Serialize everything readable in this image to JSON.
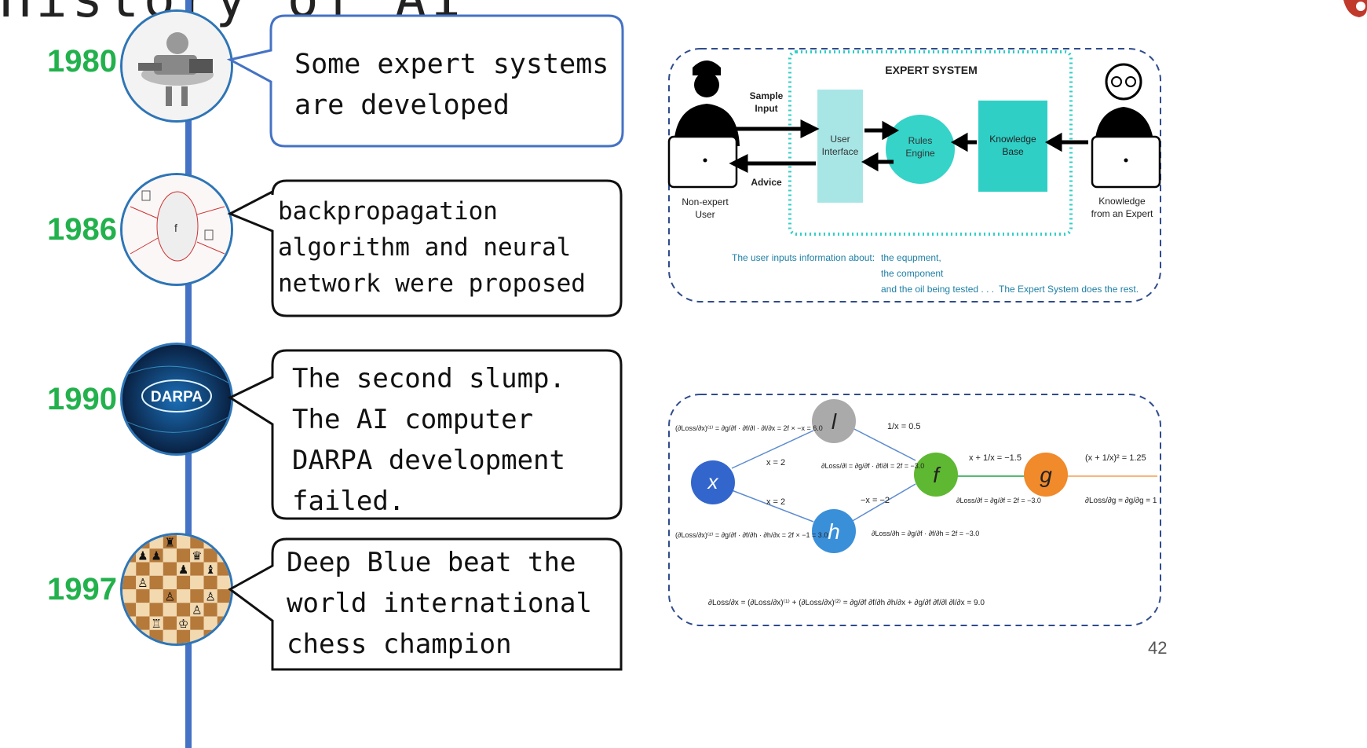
{
  "slide": {
    "title_fragment": "History of AI",
    "page_number": "42"
  },
  "timeline": [
    {
      "year": "1980",
      "text": "Some expert systems\n are developed",
      "image_icon": "robot-person-icon"
    },
    {
      "year": "1986",
      "text": "backpropagation\nalgorithm and neural\nnetwork were proposed",
      "image_icon": "neural-diagram-icon"
    },
    {
      "year": "1990",
      "text": "The second slump.\nThe AI computer\nDARPA development\nfailed.",
      "image_icon": "darpa-logo-icon",
      "image_label": "DARPA"
    },
    {
      "year": "1997",
      "text": "Deep Blue beat the\n world international\nchess champion",
      "image_icon": "chessboard-icon"
    }
  ],
  "expert_diagram": {
    "title": "EXPERT SYSTEM",
    "sample_input": "Sample\nInput",
    "advice": "Advice",
    "user_interface": "User\nInterface",
    "rules_engine": "Rules\nEngine",
    "knowledge_base": "Knowledge\nBase",
    "non_expert_user": "Non-expert\nUser",
    "knowledge_expert": "Knowledge\nfrom an Expert",
    "caption_lead": "The user inputs information about:",
    "caption_items": [
      "the equpment,",
      "the component",
      "and the oil being tested . . ."
    ],
    "caption_tail": "The Expert System does the rest."
  },
  "graph_diagram": {
    "nodes": {
      "x": "x",
      "l": "l",
      "h": "h",
      "f": "f",
      "g": "g"
    },
    "labels": {
      "top_left_eq": "(∂Loss/∂x)⁽¹⁾ = ∂g/∂f · ∂f/∂l · ∂l/∂x = 2f × −x = 6.0",
      "bottom_left_eq": "(∂Loss/∂x)⁽²⁾ = ∂g/∂f · ∂f/∂h · ∂h/∂x = 2f × −1 = 3.0",
      "x_eq_2_top": "x = 2",
      "x_eq_2_bottom": "x = 2",
      "inv_x": "1/x = 0.5",
      "dl": "∂Loss/∂l = ∂g/∂f · ∂f/∂l = 2f = −3.0",
      "neg_x": "−x = −2",
      "dh": "∂Loss/∂h = ∂g/∂f · ∂f/∂h = 2f = −3.0",
      "f_val": "x + 1/x = −1.5",
      "df": "∂Loss/∂f = ∂g/∂f = 2f = −3.0",
      "g_val": "(x + 1/x)² = 1.25",
      "dg": "∂Loss/∂g = ∂g/∂g = 1",
      "total": "∂Loss/∂x = (∂Loss/∂x)⁽¹⁾ + (∂Loss/∂x)⁽²⁾ = ∂g/∂f ∂f/∂h ∂h/∂x + ∂g/∂f ∂f/∂l ∂l/∂x = 9.0"
    }
  },
  "colors": {
    "year_green": "#22b14c",
    "timeline_blue": "#4472c4",
    "bubble_blue": "#2e75b6",
    "teal_box": "#a8e6e6",
    "teal_circle": "#35d3c8",
    "teal_kb": "#2fcfc6"
  }
}
